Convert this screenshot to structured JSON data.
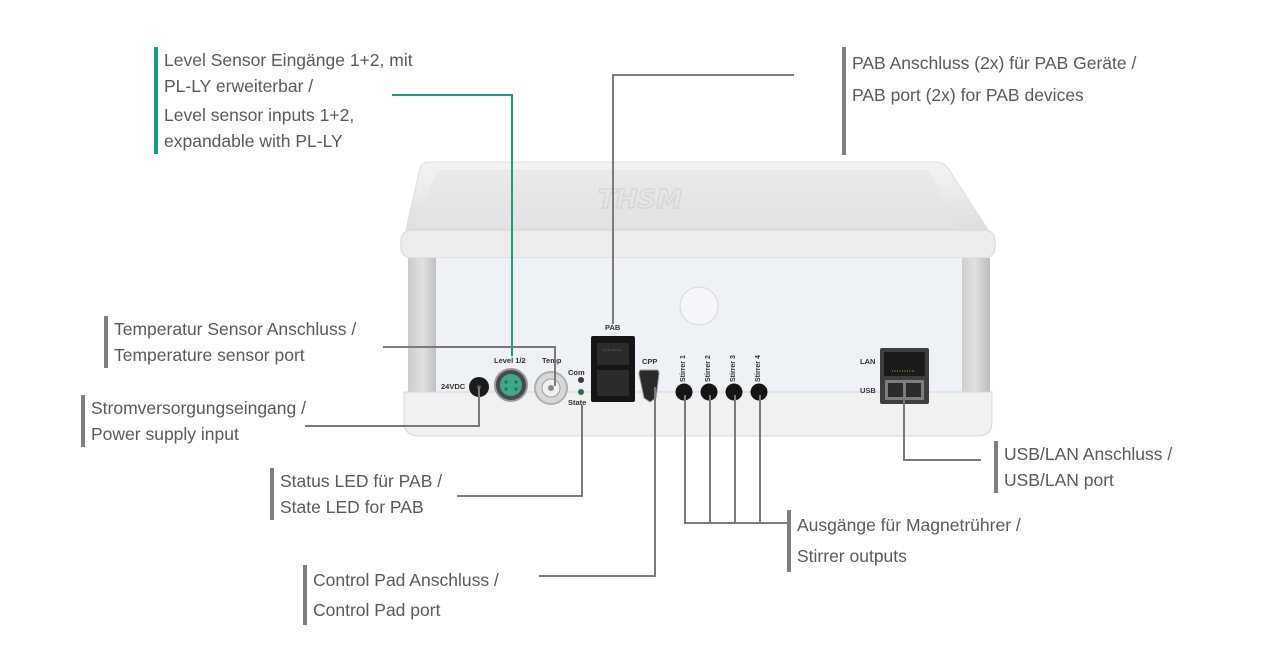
{
  "device": {
    "logo_text": "THSM",
    "ports": {
      "power": "24VDC",
      "level": "Level 1/2",
      "temp": "Temp",
      "com_led": "Com",
      "state_led": "State",
      "pab": "PAB",
      "cpp": "CPP",
      "stirrers": [
        "Stirrer 1",
        "Stirrer 2",
        "Stirrer 3",
        "Stirrer 4"
      ],
      "lan": "LAN",
      "usb": "USB"
    },
    "colors": {
      "accent_teal": "#169e85",
      "leader_gray": "#7a7a7a",
      "housing": "#e9eaeb",
      "panel": "#eef1f5"
    }
  },
  "callouts": {
    "level_sensor": {
      "line1": "Level Sensor Eingänge 1+2, mit",
      "line2": "PL-LY erweiterbar /",
      "line3": "Level sensor inputs 1+2,",
      "line4": "expandable with PL-LY"
    },
    "pab_port": {
      "line1": "PAB Anschluss (2x) für PAB Geräte /",
      "line2": "PAB port (2x) for PAB devices"
    },
    "temp_sensor": {
      "line1": "Temperatur Sensor Anschluss /",
      "line2": "Temperature sensor port"
    },
    "power_supply": {
      "line1": "Stromversorgungseingang /",
      "line2": "Power supply input"
    },
    "status_led": {
      "line1": "Status LED für PAB /",
      "line2": "State LED for PAB"
    },
    "usb_lan": {
      "line1": "USB/LAN Anschluss /",
      "line2": "USB/LAN port"
    },
    "stirrer_outputs": {
      "line1": "Ausgänge für Magnetrührer /",
      "line2": "Stirrer outputs"
    },
    "control_pad": {
      "line1": "Control Pad Anschluss /",
      "line2": "Control Pad port"
    }
  }
}
